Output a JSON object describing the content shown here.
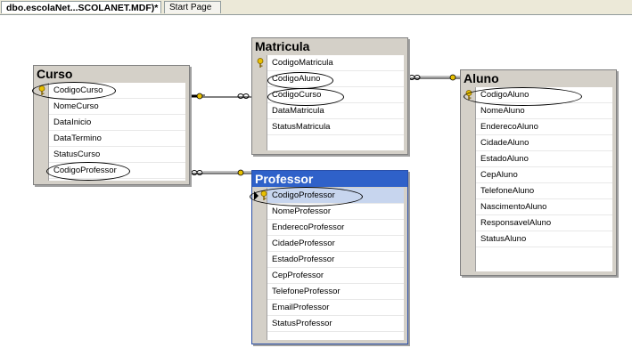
{
  "tabs": [
    {
      "label": "dbo.escolaNet...SCOLANET.MDF)*",
      "active": true
    },
    {
      "label": "Start Page",
      "active": false
    }
  ],
  "tables": {
    "curso": {
      "title": "Curso",
      "columns": [
        "CodigoCurso",
        "NomeCurso",
        "DataInicio",
        "DataTermino",
        "StatusCurso",
        "CodigoProfessor"
      ]
    },
    "matricula": {
      "title": "Matricula",
      "columns": [
        "CodigoMatricula",
        "CodigoAluno",
        "CodigoCurso",
        "DataMatricula",
        "StatusMatricula"
      ]
    },
    "aluno": {
      "title": "Aluno",
      "columns": [
        "CodigoAluno",
        "NomeAluno",
        "EnderecoAluno",
        "CidadeAluno",
        "EstadoAluno",
        "CepAluno",
        "TelefoneAluno",
        "NascimentoAluno",
        "ResponsavelAluno",
        "StatusAluno"
      ]
    },
    "professor": {
      "title": "Professor",
      "columns": [
        "CodigoProfessor",
        "NomeProfessor",
        "EnderecoProfessor",
        "CidadeProfessor",
        "EstadoProfessor",
        "CepProfessor",
        "TelefoneProfessor",
        "EmailProfessor",
        "StatusProfessor"
      ]
    }
  },
  "icons": {
    "primary_key": "key-icon",
    "one_end": "key-icon",
    "many_end": "infinity-icon"
  },
  "colors": {
    "selected_title": "#2f61c9",
    "table_bg": "#d4d0c8",
    "key_gold": "#e8c000"
  }
}
